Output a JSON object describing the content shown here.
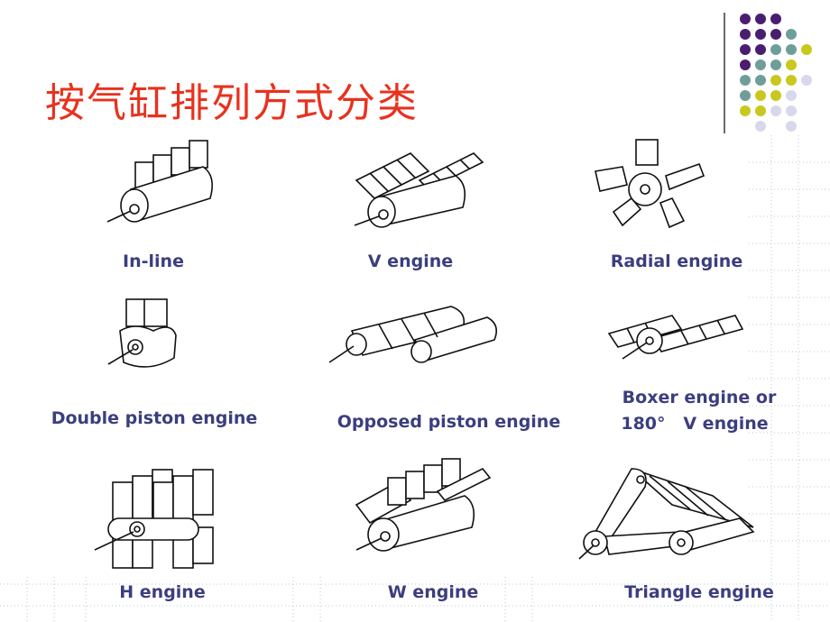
{
  "title": "按气缸排列方式分类",
  "colors": {
    "title": "#e8321e",
    "label": "#3b3e7e",
    "dot_purple": "#4a1e6e",
    "dot_teal": "#6e9e9a",
    "dot_yellow": "#c8c81e",
    "dot_lavender": "#d8d8ec"
  },
  "engines": [
    {
      "label": "In-line",
      "icon": "inline-engine-icon"
    },
    {
      "label": "V engine",
      "icon": "v-engine-icon"
    },
    {
      "label": "Radial engine",
      "icon": "radial-engine-icon"
    },
    {
      "label": "Double piston engine",
      "icon": "double-piston-engine-icon"
    },
    {
      "label": "Opposed piston engine",
      "icon": "opposed-piston-engine-icon"
    },
    {
      "label_line1": "Boxer engine or",
      "label_line2": "180°   V engine",
      "icon": "boxer-engine-icon"
    },
    {
      "label": "H engine",
      "icon": "h-engine-icon"
    },
    {
      "label": "W engine",
      "icon": "w-engine-icon"
    },
    {
      "label": "Triangle engine",
      "icon": "triangle-engine-icon"
    }
  ]
}
